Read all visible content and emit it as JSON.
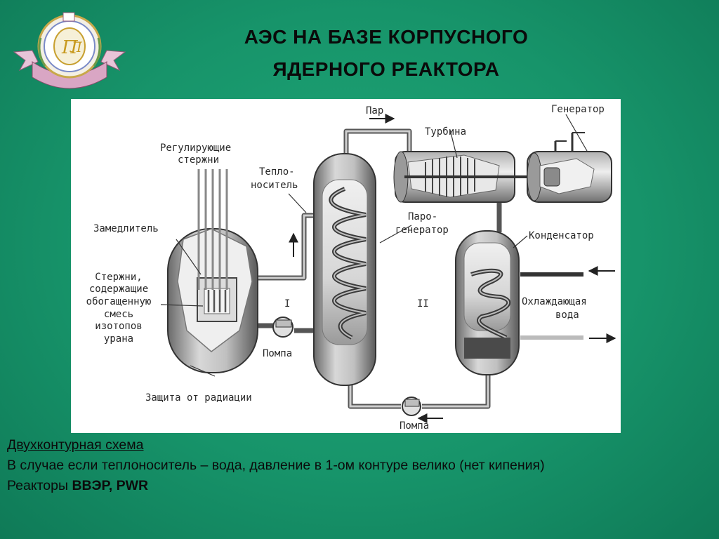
{
  "title": {
    "line1": "АЭС НА БАЗЕ КОРПУСНОГО",
    "line2": "ЯДЕРНОГО РЕАКТОРА"
  },
  "diagram": {
    "labels": {
      "control_rods_1": "Регулирующие",
      "control_rods_2": "стержни",
      "coolant_1": "Тепло-",
      "coolant_2": "носитель",
      "moderator": "Замедлитель",
      "fuel_1": "Стержни,",
      "fuel_2": "содержащие",
      "fuel_3": "обогащенную",
      "fuel_4": "смесь",
      "fuel_5": "изотопов",
      "fuel_6": "урана",
      "loop_one": "I",
      "loop_two": "II",
      "pump_primary": "Помпа",
      "radiation_shield": "Защита от радиации",
      "steam": "Пар",
      "turbine": "Турбина",
      "generator": "Генератор",
      "steam_gen_1": "Паро-",
      "steam_gen_2": "генератор",
      "condenser": "Конденсатор",
      "cooling_water_1": "Охлаждающая",
      "cooling_water_2": "вода",
      "pump_secondary": "Помпа"
    }
  },
  "notes": {
    "line1": "Двухконтурная схема",
    "line2": "В случае если теплоноситель – вода, давление в 1-ом контуре велико (нет кипения)",
    "line3_prefix": "Реакторы ",
    "line3_bold": "ВВЭР, PWR"
  },
  "colors": {
    "background": "#17946a",
    "panel": "#ffffff"
  }
}
